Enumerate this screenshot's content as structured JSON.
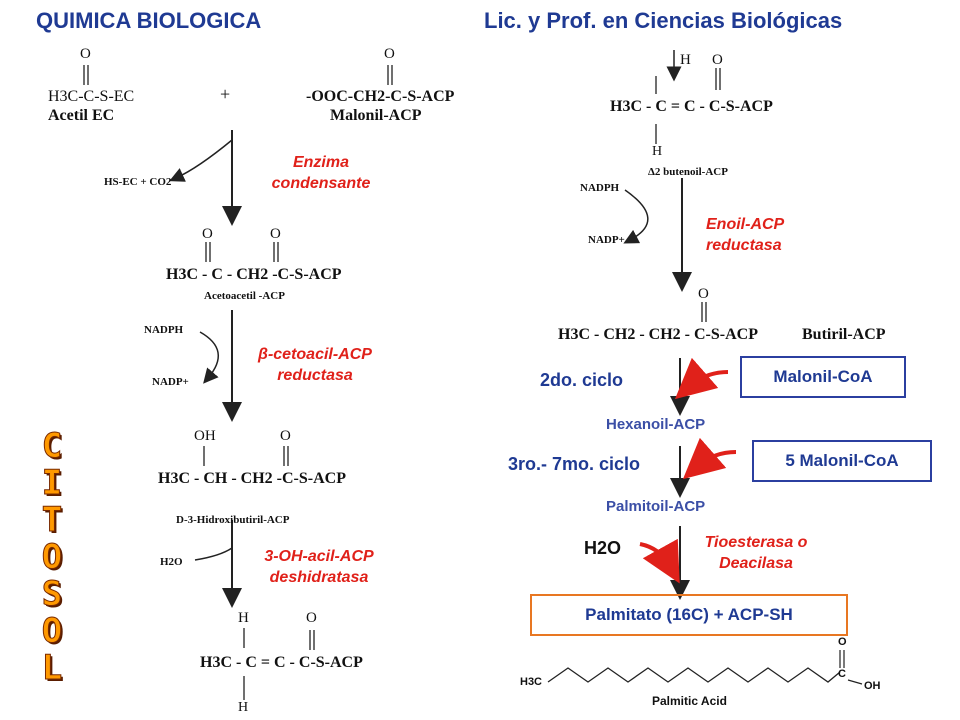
{
  "header": {
    "left_title": "QUIMICA BIOLOGICA",
    "right_title": "Lic. y Prof. en Ciencias Biológicas"
  },
  "left": {
    "acetil_formula": "H3C-C-S-EC",
    "acetil_name": "Acetil EC",
    "plus": "+",
    "malonil_formula": "-OOC-CH2-C-S-ACP",
    "malonil_name": "Malonil-ACP",
    "byproducts": "HS-EC + CO2",
    "enzyme1": "Enzima condensante",
    "acetoacetil_formula": "H3C - C - CH2 -C-S-ACP",
    "acetoacetil_name": "Acetoacetil -ACP",
    "nadph": "NADPH",
    "nadp": "NADP+",
    "enzyme2": "β-cetoacil-ACP reductasa",
    "oh_label": "OH",
    "hidroxibutiril_formula": "H3C - CH - CH2 -C-S-ACP",
    "hidroxibutiril_name": "D-3-Hidroxibutiril-ACP",
    "h2o": "H2O",
    "enzyme3": "3-OH-acil-ACP deshidratasa",
    "crotonil_formula": "H3C - C = C - C-S-ACP",
    "h_label": "H",
    "o_label": "O"
  },
  "vertical_word": [
    "C",
    "I",
    "T",
    "O",
    "S",
    "O",
    "L"
  ],
  "right": {
    "butenoil_formula": "H3C - C = C - C-S-ACP",
    "butenoil_name": "Δ2 butenoil-ACP",
    "nadph": "NADPH",
    "nadp": "NADP+",
    "enzyme4": "Enoil-ACP reductasa",
    "butiril_formula": "H3C - CH2 - CH2 - C-S-ACP",
    "butiril_name": "Butiril-ACP",
    "cycle2": "2do. ciclo",
    "malonil_box": "Malonil-CoA",
    "hexanoil": "Hexanoil-ACP",
    "cycle3": "3ro.- 7mo. ciclo",
    "malonil5_box": "5 Malonil-CoA",
    "palmitoil": "Palmitoil-ACP",
    "h2o": "H2O",
    "enzyme5": "Tioesterasa o Deacilasa",
    "product_box": "Palmitato (16C) + ACP-SH",
    "structure_name": "Palmitic Acid",
    "h3c": "H3C",
    "oh": "OH",
    "c": "C",
    "o": "O"
  },
  "colors": {
    "title": "#1f3a93",
    "enzyme": "#e0211a",
    "box_blue": "#2b3fa0",
    "box_orange": "#e87722",
    "citosol": "#ff9900"
  }
}
